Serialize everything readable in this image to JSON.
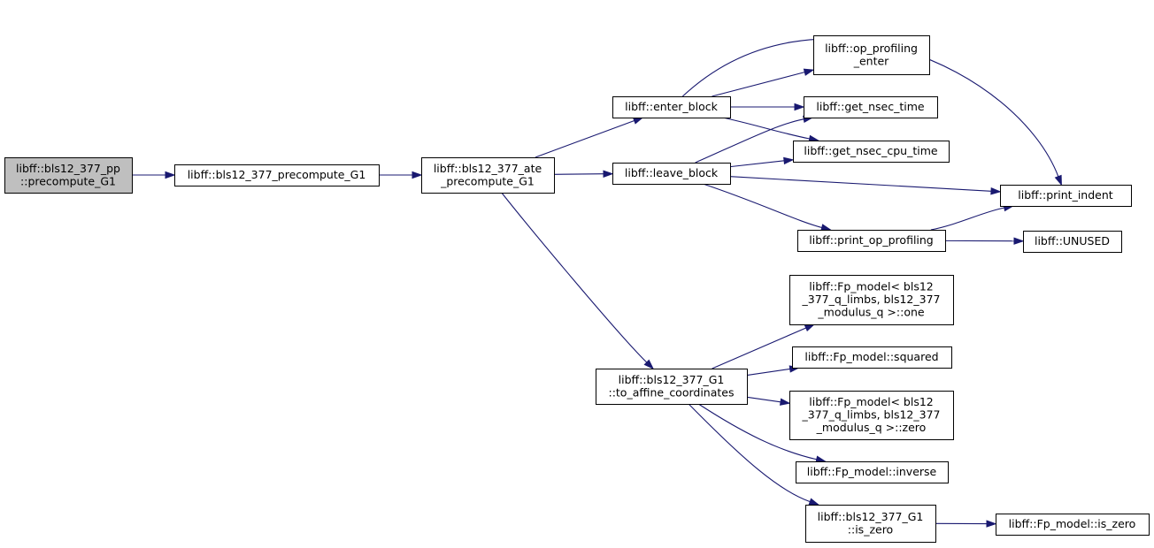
{
  "nodes": [
    {
      "id": "precompute_pp",
      "lines": [
        "libff::bls12_377_pp",
        "::precompute_G1"
      ],
      "root": true
    },
    {
      "id": "precompute_G1",
      "lines": [
        "libff::bls12_377_precompute_G1"
      ]
    },
    {
      "id": "ate_precompute",
      "lines": [
        "libff::bls12_377_ate",
        "_precompute_G1"
      ]
    },
    {
      "id": "enter_block",
      "lines": [
        "libff::enter_block"
      ]
    },
    {
      "id": "leave_block",
      "lines": [
        "libff::leave_block"
      ]
    },
    {
      "id": "to_affine",
      "lines": [
        "libff::bls12_377_G1",
        "::to_affine_coordinates"
      ]
    },
    {
      "id": "op_prof_enter",
      "lines": [
        "libff::op_profiling",
        "_enter"
      ]
    },
    {
      "id": "get_nsec_time",
      "lines": [
        "libff::get_nsec_time"
      ]
    },
    {
      "id": "get_nsec_cpu_time",
      "lines": [
        "libff::get_nsec_cpu_time"
      ]
    },
    {
      "id": "print_indent",
      "lines": [
        "libff::print_indent"
      ]
    },
    {
      "id": "print_op_prof",
      "lines": [
        "libff::print_op_profiling"
      ]
    },
    {
      "id": "unused",
      "lines": [
        "libff::UNUSED"
      ]
    },
    {
      "id": "fp_one",
      "lines": [
        "libff::Fp_model< bls12",
        "_377_q_limbs, bls12_377",
        "_modulus_q >::one"
      ]
    },
    {
      "id": "fp_squared",
      "lines": [
        "libff::Fp_model::squared"
      ]
    },
    {
      "id": "fp_zero",
      "lines": [
        "libff::Fp_model< bls12",
        "_377_q_limbs, bls12_377",
        "_modulus_q >::zero"
      ]
    },
    {
      "id": "fp_inverse",
      "lines": [
        "libff::Fp_model::inverse"
      ]
    },
    {
      "id": "g1_is_zero",
      "lines": [
        "libff::bls12_377_G1",
        "::is_zero"
      ]
    },
    {
      "id": "fp_is_zero",
      "lines": [
        "libff::Fp_model::is_zero"
      ]
    }
  ],
  "edges": [
    [
      "precompute_pp",
      "precompute_G1"
    ],
    [
      "precompute_G1",
      "ate_precompute"
    ],
    [
      "ate_precompute",
      "enter_block"
    ],
    [
      "ate_precompute",
      "leave_block"
    ],
    [
      "ate_precompute",
      "to_affine"
    ],
    [
      "enter_block",
      "op_prof_enter"
    ],
    [
      "enter_block",
      "get_nsec_time"
    ],
    [
      "enter_block",
      "get_nsec_cpu_time"
    ],
    [
      "enter_block",
      "print_indent"
    ],
    [
      "leave_block",
      "get_nsec_time"
    ],
    [
      "leave_block",
      "get_nsec_cpu_time"
    ],
    [
      "leave_block",
      "print_indent"
    ],
    [
      "leave_block",
      "print_op_prof"
    ],
    [
      "print_op_prof",
      "print_indent"
    ],
    [
      "print_op_prof",
      "unused"
    ],
    [
      "to_affine",
      "fp_one"
    ],
    [
      "to_affine",
      "fp_squared"
    ],
    [
      "to_affine",
      "fp_zero"
    ],
    [
      "to_affine",
      "fp_inverse"
    ],
    [
      "to_affine",
      "g1_is_zero"
    ],
    [
      "g1_is_zero",
      "fp_is_zero"
    ]
  ]
}
